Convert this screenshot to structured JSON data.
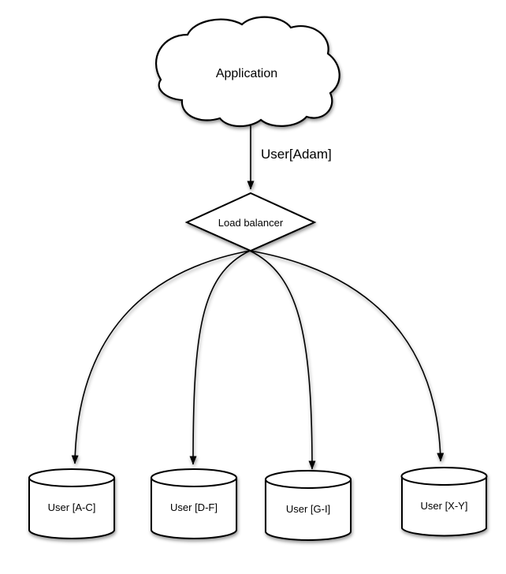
{
  "diagram": {
    "colors": {
      "background": "#ffffff",
      "shape_fill": "#ffffff",
      "stroke": "#000000",
      "text": "#000000",
      "shadow": "rgba(0,0,0,0.42)"
    },
    "nodes": {
      "application": {
        "shape": "cloud",
        "label": "Application"
      },
      "load_balancer": {
        "shape": "diamond",
        "label": "Load balancer"
      },
      "shard_ac": {
        "shape": "cylinder",
        "label": "User [A-C]"
      },
      "shard_df": {
        "shape": "cylinder",
        "label": "User [D-F]"
      },
      "shard_gi": {
        "shape": "cylinder",
        "label": "User [G-I]"
      },
      "shard_xy": {
        "shape": "cylinder",
        "label": "User [X-Y]"
      }
    },
    "edges": {
      "app_to_lb": {
        "from": "application",
        "to": "load_balancer",
        "label": "User[Adam]",
        "arrow": "end"
      },
      "lb_to_ac": {
        "from": "load_balancer",
        "to": "shard_ac",
        "label": "",
        "arrow": "end"
      },
      "lb_to_df": {
        "from": "load_balancer",
        "to": "shard_df",
        "label": "",
        "arrow": "end"
      },
      "lb_to_gi": {
        "from": "load_balancer",
        "to": "shard_gi",
        "label": "",
        "arrow": "end"
      },
      "lb_to_xy": {
        "from": "load_balancer",
        "to": "shard_xy",
        "label": "",
        "arrow": "end"
      }
    }
  }
}
